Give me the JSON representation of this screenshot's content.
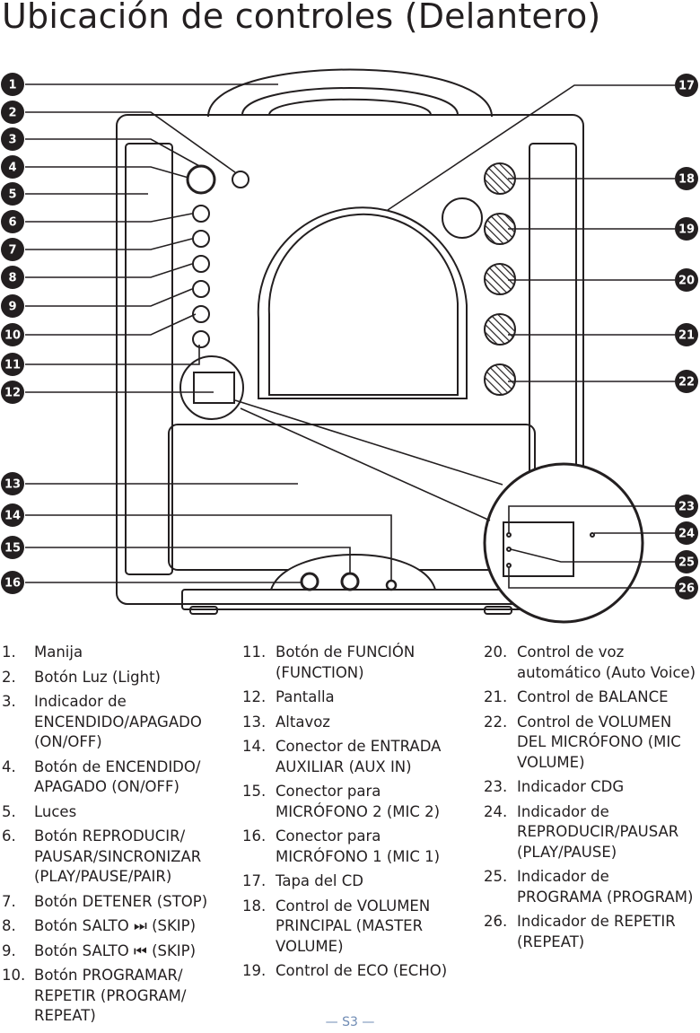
{
  "page": {
    "title": "Ubicación de controles (Delantero)",
    "footer": "— S3 —"
  },
  "callout_numbers": [
    "1",
    "2",
    "3",
    "4",
    "5",
    "6",
    "7",
    "8",
    "9",
    "10",
    "11",
    "12",
    "13",
    "14",
    "15",
    "16",
    "17",
    "18",
    "19",
    "20",
    "21",
    "22",
    "23",
    "24",
    "25",
    "26"
  ],
  "legend": [
    {
      "num": "1.",
      "text": "Manija"
    },
    {
      "num": "2.",
      "text": "Botón Luz (Light)"
    },
    {
      "num": "3.",
      "text": "Indicador de ENCENDIDO/APAGADO (ON/OFF)"
    },
    {
      "num": "4.",
      "text": "Botón de ENCENDIDO/ APAGADO (ON/OFF)"
    },
    {
      "num": "5.",
      "text": "Luces"
    },
    {
      "num": "6.",
      "text": "Botón REPRODUCIR/ PAUSAR/SINCRONIZAR (PLAY/PAUSE/PAIR)"
    },
    {
      "num": "7.",
      "text": "Botón DETENER (STOP)"
    },
    {
      "num": "8.",
      "text": "Botón SALTO ⏭ (SKIP)"
    },
    {
      "num": "9.",
      "text": "Botón SALTO ⏮ (SKIP)"
    },
    {
      "num": "10.",
      "text": "Botón PROGRAMAR/ REPETIR (PROGRAM/ REPEAT)"
    },
    {
      "num": "11.",
      "text": "Botón de FUNCIÓN (FUNCTION)"
    },
    {
      "num": "12.",
      "text": "Pantalla"
    },
    {
      "num": "13.",
      "text": "Altavoz"
    },
    {
      "num": "14.",
      "text": "Conector de ENTRADA AUXILIAR (AUX IN)"
    },
    {
      "num": "15.",
      "text": "Conector para MICRÓFONO 2 (MIC 2)"
    },
    {
      "num": "16.",
      "text": "Conector para MICRÓFONO 1 (MIC 1)"
    },
    {
      "num": "17.",
      "text": "Tapa del CD"
    },
    {
      "num": "18.",
      "text": "Control de VOLUMEN PRINCIPAL (MASTER VOLUME)"
    },
    {
      "num": "19.",
      "text": "Control de ECO (ECHO)"
    },
    {
      "num": "20.",
      "text": "Control de voz automático (Auto Voice)"
    },
    {
      "num": "21.",
      "text": "Control de BALANCE"
    },
    {
      "num": "22.",
      "text": "Control de VOLUMEN DEL MICRÓFONO (MIC VOLUME)"
    },
    {
      "num": "23.",
      "text": "Indicador CDG"
    },
    {
      "num": "24.",
      "text": "Indicador de REPRODUCIR/PAUSAR (PLAY/PAUSE)"
    },
    {
      "num": "25.",
      "text": "Indicador de PROGRAMA (PROGRAM)"
    },
    {
      "num": "26.",
      "text": "Indicador de REPETIR (REPEAT)"
    }
  ]
}
